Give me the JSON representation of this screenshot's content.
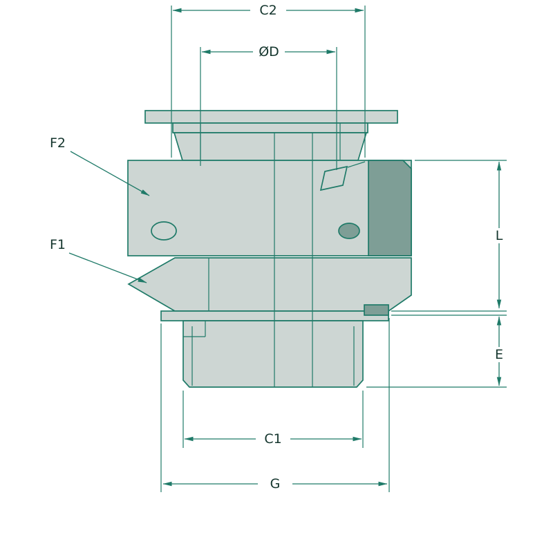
{
  "diagram": {
    "labels": {
      "dim_c2": "C2",
      "dim_od": "ØD",
      "part_f2": "F2",
      "part_f1": "F1",
      "dim_l": "L",
      "dim_e": "E",
      "dim_c1": "C1",
      "dim_g": "G"
    },
    "colors": {
      "line": "#1f7a68",
      "fill_light": "#cdd6d3",
      "fill_dark": "#7e9e96",
      "text": "#14352d",
      "background": "#ffffff"
    }
  }
}
